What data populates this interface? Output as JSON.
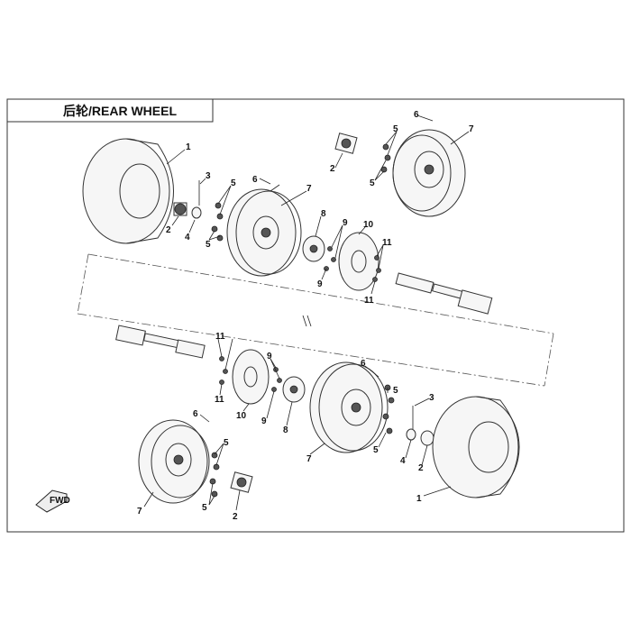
{
  "title": "后轮/REAR WHEEL",
  "direction_label": "FWD",
  "callouts": {
    "tire": "1",
    "hub_cap": "2",
    "cotter_pin": "3",
    "castle_nut": "4",
    "lug_nut": "5",
    "valve": "6",
    "rim": "7",
    "hub": "8",
    "bolt": "9",
    "brake_disc": "10",
    "disc_bolt": "11"
  }
}
